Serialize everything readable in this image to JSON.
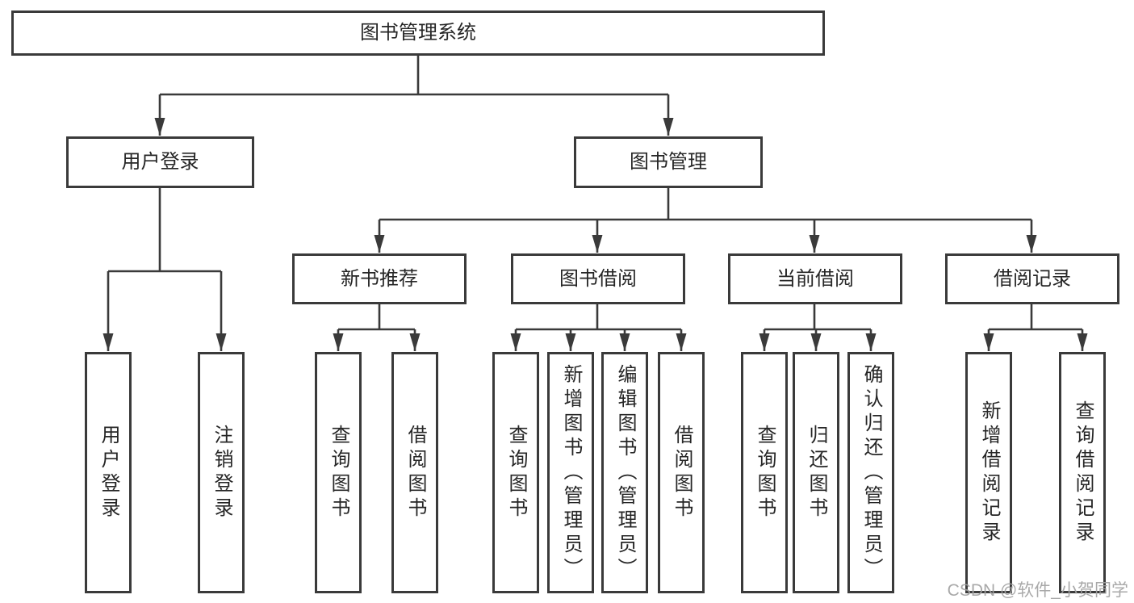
{
  "diagram": {
    "root": {
      "label": "图书管理系统"
    },
    "level2": [
      {
        "label": "用户登录"
      },
      {
        "label": "图书管理"
      }
    ],
    "level3": [
      {
        "label": "新书推荐"
      },
      {
        "label": "图书借阅"
      },
      {
        "label": "当前借阅"
      },
      {
        "label": "借阅记录"
      }
    ],
    "leaves": {
      "login": [
        "用户登录",
        "注销登录"
      ],
      "recommend": [
        "查询图书",
        "借阅图书"
      ],
      "borrow": [
        "查询图书",
        "新增图书（管理员）",
        "编辑图书（管理员）",
        "借阅图书"
      ],
      "current": [
        "查询图书",
        "归还图书",
        "确认归还（管理员）"
      ],
      "records": [
        "新增借阅记录",
        "查询借阅记录"
      ]
    }
  },
  "watermark": "CSDN @软件_小贺同学",
  "colors": {
    "line": "#3a3a3a",
    "box_border": "#3a3a3a",
    "text": "#262626",
    "watermark": "#a2a2a2",
    "background": "#ffffff"
  }
}
